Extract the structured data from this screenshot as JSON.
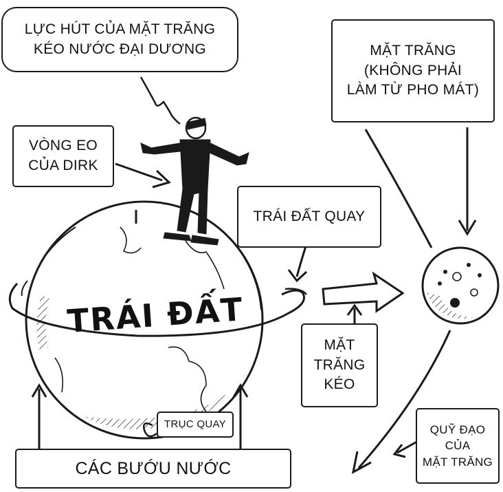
{
  "labels": {
    "speech_bubble": "LỰC HÚT CỦA MẶT TRĂNG\nKÉO NƯỚC ĐẠI DƯƠNG",
    "moon_note": "MẶT TRĂNG\n(KHÔNG PHẢI\nLÀM TỪ PHO MÁT)",
    "dirk_waist": "VÒNG EO\nCỦA DIRK",
    "earth_spins": "TRÁI ĐẤT QUAY",
    "earth": "TRÁI ĐẤT",
    "moon_pull": "MẶT\nTRĂNG\nKÉO",
    "axis": "TRỤC QUAY",
    "water_bulges": "CÁC BƯỚU NƯỚC",
    "moon_orbit": "QUỸ ĐẠO\nCỦA\nMẶT TRĂNG"
  }
}
